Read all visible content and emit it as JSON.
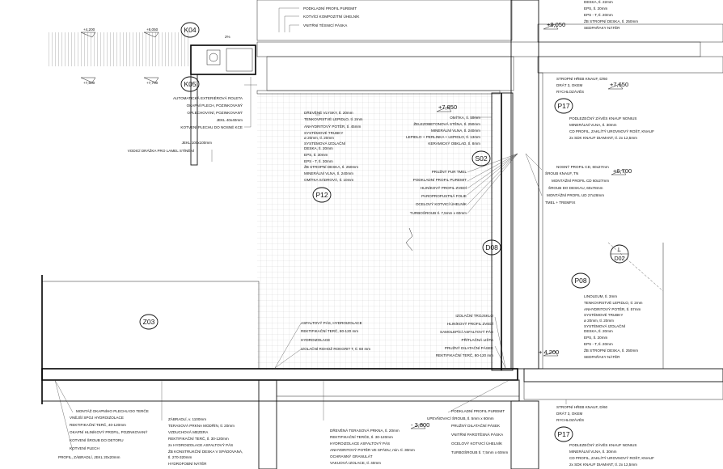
{
  "tags": [
    {
      "id": "K04",
      "text": "K04"
    },
    {
      "id": "K05",
      "text": "K05"
    },
    {
      "id": "P12",
      "text": "P12"
    },
    {
      "id": "S02",
      "text": "S02"
    },
    {
      "id": "P17a",
      "text": "P17"
    },
    {
      "id": "D08",
      "text": "D08"
    },
    {
      "id": "P08",
      "text": "P08"
    },
    {
      "id": "Z03",
      "text": "Z03"
    },
    {
      "id": "P17b",
      "text": "P17"
    },
    {
      "id": "L",
      "text": "L"
    },
    {
      "id": "D02",
      "text": "D02"
    }
  ],
  "levels": [
    {
      "id": "l4200",
      "text": "+4,200"
    },
    {
      "id": "l8050a",
      "text": "+8,050"
    },
    {
      "id": "l7600",
      "text": "+7,600"
    },
    {
      "id": "l7700",
      "text": "+7,700"
    },
    {
      "id": "l8050b",
      "text": "+8,050"
    },
    {
      "id": "l7850",
      "text": "+7,850"
    },
    {
      "id": "l7650",
      "text": "+7,650"
    },
    {
      "id": "l6700",
      "text": "+6,700"
    },
    {
      "id": "l4200b",
      "text": "+ 4,200"
    },
    {
      "id": "l3800",
      "text": "- 3,800"
    },
    {
      "id": "slope",
      "text": "2%"
    }
  ],
  "top_labels": [
    "PODKLADNÍ PROFIL PUREMIT",
    "KOTVÍCÍ KOMPOZITNÍ ÚHELNÍK",
    "VNITŘNÍ TĚSNICÍ PÁSKA"
  ],
  "top_right_stack": [
    "DESKA, tl. 22mm",
    "EPS, tl. 20mm",
    "EPS - T, tl. 20mm",
    "ŽB STROPNÍ DESKA, tl. 250mm",
    "SEDPAŘAKY NÁTĚR"
  ],
  "k05_labels": [
    "AUTOMATICKÁ EXTERIÉROVÁ ROLETA",
    "OKAPNÍ PLECH, POZINKOVANÝ",
    "OPLECHOVÁNÍ, POZINKOVANÝ",
    "JEKL 40x40mm",
    "KOTVENÍ PLECHU DO NOSNÉ KCE"
  ],
  "jekl_labels": [
    "JEKL 100x100mm",
    "VODICÍ DRÁŽKA PRO LAMEL STÍNĚNÍ"
  ],
  "p12_layers": [
    "DŘEVĚNÉ VLYSKY, tl. 20mm",
    "TENKOVRSTVÉ LEPIDLO, tl. 2mm",
    "ANHYDRITOVÝ POTĚR, tl. 45mm",
    "SYSTÉMOVÉ TRUBKY",
    "ø 20mm, tl. 20mm",
    "SYSTÉMOVÁ IZOLAČNÍ",
    "DESKA, tl. 20mm",
    "EPS, tl. 30mm",
    "EPS - T, tl. 30mm",
    "ŽB STROPNÍ DESKA, tl. 250mm",
    "MINERÁLNÍ VLNA, tl. 240mm",
    "OMÍTKA SÁDROVÁ, tl. 10mm"
  ],
  "s02_layers": [
    "OMÍTKA, tl. 10mm",
    "ŽELEZOBETONOVÁ STĚNA, tl. 250mm",
    "MINERÁLNÍ VLNA, tl. 240mm",
    "LEPIDLO + PERLINKA + LEPIDLO, tl. 13mm",
    "KERAMICKÝ OBKLAD, tl. 8mm"
  ],
  "window_top_labels": [
    "PRUŽNÝ PUR TMEL",
    "PODKLADNÍ PROFIL PUREMIT",
    "HLINÍKOVÝ PROFIL ZVEDÍ",
    "PAROPROPUSTNÁ FOLIE",
    "OCELOVÝ KOTVICÍ ÚHELNÍK",
    "TURBOŠROUB tl. 7,5mm x 60mm"
  ],
  "p17a_labels": [
    "STROPNÍ HŘEB KNAUF, D/60",
    "DRÁT 3, OKEM",
    "RYCHLOZÁVĚS",
    "PODLEZEČNÝ ZÁVĚS KNAUF NONIUS",
    "MINERÁLNÍ VLNA, tl. 30mm",
    "CD PROFIL, ZAKLÍTÝ UROVNOVÝ ROŠT, KNAUF",
    "2x SDK KNAUF DIAMANT, tl. 2x 12,5mm"
  ],
  "ceiling_labels": [
    "NOSNÝ PROFIL CD, 60x27mm",
    "ŠROUB KNAUF, TN",
    "MONTÁŽNÍ PROFIL CD 60x27mm",
    "ŠROUB DO DESKAU, 60x78mm",
    "MONTÁŽNÍ PROFIL UD 27x28mm",
    "TMEL + TREMFIX"
  ],
  "p08_layers": [
    "LINOLEUM, tl. 3mm",
    "TENKOVRSTVÉ LEPIDLO, tl. 2mm",
    "ANHYDRITOVÝ POTĚR, tl. 57mm",
    "SYSTÉMOVÉ TRUBKY",
    "ø 20mm, tl. 20mm",
    "SYSTÉMOVÁ IZOLAČNÍ",
    "DESKA, tl. 20mm",
    "EPS, tl. 20mm",
    "EPS - T, tl. 20mm",
    "ŽB STROPNÍ DESKA, tl. 250mm",
    "SEDPAŘAKY NÁTĚR"
  ],
  "threshold_labels": [
    "ASFALTOVÝ PÁS, HYDROIZOLACE",
    "REKTIFIKAČNÍ TERČ, 80-120 mm",
    "HYDROIZOLACE",
    "IZOLAČNÍ ROHOŽ ROKGRIT T, tl. 60 mm"
  ],
  "sill_labels": [
    "IZOLAČNÍ TROJSKLO",
    "HLINÍKOVÝ PROFIL ZVEDÍ",
    "SAMOLEPÍCÍ ASFALTOVÝ PÁS",
    "PŘÍTLAČNÁ LIŠTA",
    "PRUŽNÝ DILATAČNÍ PÁSEK",
    "REKTIFIKAČNÍ TERČ, 80-120 mm"
  ],
  "terrace_left_labels": [
    "MONTÁŽ OKAPNÍHO PLECHU DO TERČE",
    "VNĚJŠÍ SPOJ HYDROIZOLACE",
    "REKTIFIKAČNÍ TERČ, 40-120mm",
    "OKAPNÍ HLINÍKOVÝ PROFIL, POZINKOVANÝ",
    "KOTVENÍ ŠROUB DO DETORU",
    "KOTVENÍ PLECH",
    "PROFIL, ZÁBRADLÍ, JEKL 20x20mm"
  ],
  "terrace_mid_labels": [
    "ZÁBRADLÍ, v. 1100mm",
    "TERASOVÁ PRKNA MODŘÍN, tl. 20mm",
    "VZDUCHOVÁ MEZERA",
    "REKTIFIKAČNÍ TERČ, tl. 30-120mm",
    "2x HYDROIZOLACE ASFALTOVÝ PÁS",
    "ŽB KONSTRUKČNÍ DESKA V SPÁDOVANÁ,",
    "tl. 270-320mm",
    "HYDROFOBNÍ NÁTĚR"
  ],
  "terrace_center_labels": [
    "DŘEVĚNÁ TERASOVÁ PRKNA, tl. 20mm",
    "REKTIFIKAČNÍ TERČE, tl. 30-120mm",
    "HYDROIZOLACE ASFALTOVÝ PÁS",
    "ANHYDRITOVÝ POTĚR VE SPÁDU, min. tl. 30mm",
    "OCHRANNÝ GRANULÁT",
    "VAKUOVÁ IZOLACE, tl. 40mm"
  ],
  "sill_bottom_labels": [
    "PODKLADNÍ PROFIL PUREMIT",
    "UPEVŇOVACÍ ŠROUB, tl. 5mm x 60mm",
    "PRUŽNÝ DILATAČNÍ PÁSEK",
    "VNITŘNÍ PAROTĚSNÁ PÁSKA",
    "OCELOVÝ KOTVICÍ ÚHELNÍK",
    "TURBOŠROUB tl. 7,5mm x 60mm"
  ],
  "p17b_labels": [
    "STROPNÍ HŘEB KNAUF, D/60",
    "DRÁT 3, OKEM",
    "RYCHLOZÁVĚS",
    "PODLEZEČNÝ ZÁVĚS KNAUF NONIUS",
    "MINERÁLNÍ VLNA, tl. 30mm",
    "CD PROFIL, ZAKLÍTÝ UROVNOVÝ ROŠT, KNAUF",
    "2x SDK KNAUF DIAMANT, tl. 2x 12,5mm"
  ]
}
